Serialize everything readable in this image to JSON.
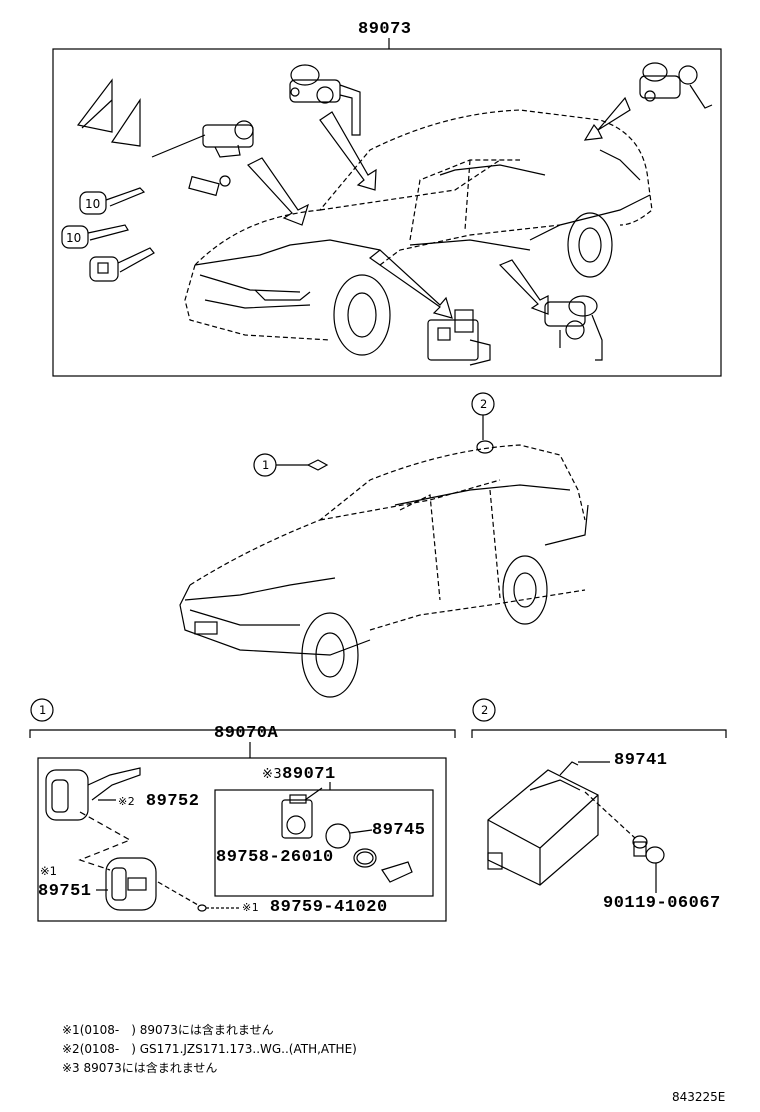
{
  "top_assembly": {
    "part_no": "89073"
  },
  "callouts": {
    "c1": "1",
    "c2": "2"
  },
  "section1": {
    "callout": "1",
    "assembly_no": "89070A",
    "inner_assembly": {
      "mark": "※3",
      "part_no": "89071"
    },
    "parts": [
      {
        "mark": "※2",
        "part_no": "89752"
      },
      {
        "mark": "※1",
        "part_no": "89751"
      },
      {
        "mark": "※1",
        "part_no": "89759-41020"
      },
      {
        "mark": "",
        "part_no": "89745"
      },
      {
        "mark": "",
        "part_no": "89758-26010"
      }
    ]
  },
  "section2": {
    "callout": "2",
    "parts": [
      {
        "part_no": "89741"
      },
      {
        "part_no": "90119-06067"
      }
    ]
  },
  "notes": [
    {
      "mark": "※1",
      "text": "(0108-　) 89073には含まれません"
    },
    {
      "mark": "※2",
      "text": "(0108-　) GS171.JZS171.173..WG..(ATH,ATHE)"
    },
    {
      "mark": "※3",
      "text": "89073には含まれません"
    }
  ],
  "diagram_id": "843225E"
}
